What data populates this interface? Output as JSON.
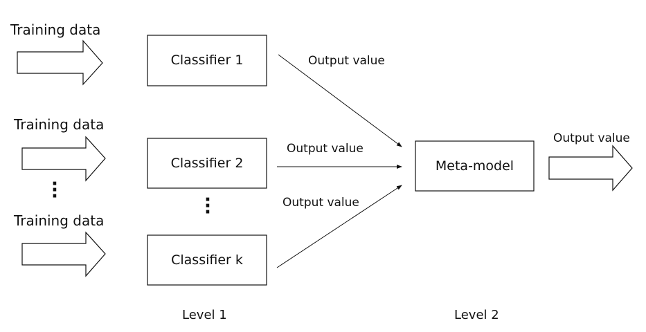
{
  "inputs": [
    {
      "label": "Training data"
    },
    {
      "label": "Training data"
    },
    {
      "label": "Training data"
    }
  ],
  "classifiers": [
    {
      "label": "Classifier 1"
    },
    {
      "label": "Classifier 2"
    },
    {
      "label": "Classifier k"
    }
  ],
  "edges": [
    {
      "label": "Output value"
    },
    {
      "label": "Output value"
    },
    {
      "label": "Output value"
    }
  ],
  "meta_model": {
    "label": "Meta-model"
  },
  "final_output": {
    "label": "Output value"
  },
  "levels": [
    {
      "label": "Level 1"
    },
    {
      "label": "Level 2"
    }
  ]
}
